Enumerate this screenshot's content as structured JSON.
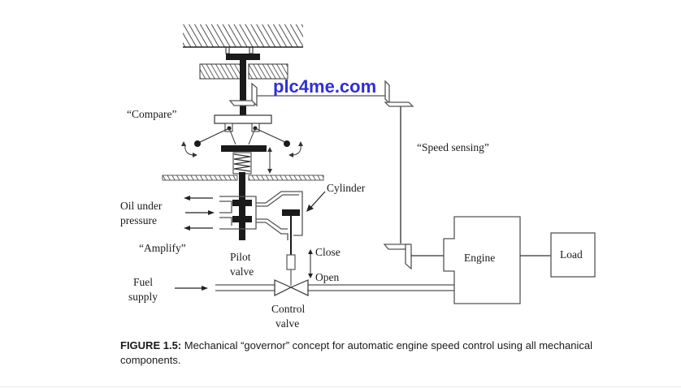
{
  "figure": {
    "watermark": "plc4me.com",
    "labels": {
      "compare": "“Compare”",
      "speed_sensing": "“Speed sensing”",
      "cylinder": "Cylinder",
      "oil_under": "Oil under",
      "pressure": "pressure",
      "amplify": "“Amplify”",
      "pilot": "Pilot",
      "valve": "valve",
      "close": "Close",
      "open": "Open",
      "fuel": "Fuel",
      "supply": "supply",
      "control": "Control",
      "control_valve": "valve",
      "engine": "Engine",
      "load": "Load"
    },
    "colors": {
      "line": "#555555",
      "dark": "#1a1a1a",
      "watermark": "#2f2fd8"
    }
  },
  "caption": {
    "label": "FIGURE 1.5:",
    "text": " Mechanical “governor” concept for automatic engine speed control using all mechanical components."
  }
}
